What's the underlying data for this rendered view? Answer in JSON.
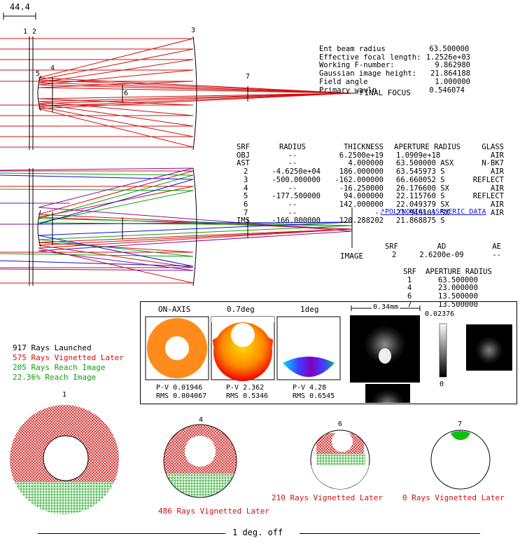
{
  "scale_bar": {
    "label": "44.4"
  },
  "surface_markers": [
    "1",
    "2",
    "3",
    "4",
    "5",
    "6",
    "7"
  ],
  "final_focus_label": "FINAL FOCUS",
  "image_label": "IMAGE",
  "system_info": [
    {
      "label": "Ent beam radius",
      "value": "63.500000"
    },
    {
      "label": "Effective focal length:",
      "value": "1.2526e+03"
    },
    {
      "label": "Working F-number:",
      "value": "9.862980"
    },
    {
      "label": "Gaussian image height:",
      "value": "21.864188"
    },
    {
      "label": "Field angle",
      "value": "1.000000"
    },
    {
      "label": "Primary wavln",
      "value": "0.546074"
    }
  ],
  "surface_table": {
    "headers": [
      "SRF",
      "RADIUS",
      "THICKNESS",
      "APERTURE RADIUS",
      "GLASS"
    ],
    "rows": [
      [
        "OBJ",
        "--",
        "6.2500e+19",
        "1.0909e+18",
        "AIR"
      ],
      [
        "AST",
        "--",
        "4.000000",
        "63.500000 ASX",
        "N-BK7"
      ],
      [
        "2",
        "-4.6250e+04",
        "186.000000",
        "63.545973 S",
        "AIR"
      ],
      [
        "3",
        "-500.000000",
        "-162.000000",
        "66.660052 S",
        "REFLECT"
      ],
      [
        "4",
        "--",
        "-16.250000",
        "26.176600 SX",
        "AIR"
      ],
      [
        "5",
        "-177.500000",
        "94.000000",
        "22.115760 S",
        "REFLECT"
      ],
      [
        "6",
        "--",
        "142.000000",
        "22.049379 SX",
        "AIR"
      ],
      [
        "7",
        "--",
        "--",
        "21.949101 SX",
        "AIR"
      ],
      [
        "IMS",
        "-166.000000",
        "120.288202",
        "21.868875 S",
        ""
      ]
    ]
  },
  "asphere": {
    "link": "*POLYNOMIAL ASPHERIC DATA",
    "headers": [
      "SRF",
      "AD",
      "AE"
    ],
    "rows": [
      [
        "2",
        "2.6200e-09",
        "--"
      ]
    ]
  },
  "aperture_table": {
    "headers": [
      "SRF",
      "APERTURE RADIUS"
    ],
    "rows": [
      [
        "1",
        "63.500000"
      ],
      [
        "4",
        "23.000000"
      ],
      [
        "6",
        "13.500000"
      ],
      [
        "7",
        "13.500000"
      ]
    ]
  },
  "ray_stats": {
    "launched": "917 Rays Launched",
    "vignetted": "575 Rays Vignetted Later",
    "reach": "205 Rays Reach Image",
    "percent": "22.36% Reach Image"
  },
  "wavefront": {
    "panels": [
      {
        "title": "ON-AXIS",
        "pv": "P-V 0.01946",
        "rms": "RMS 0.004067"
      },
      {
        "title": "0.7deg",
        "pv": "P-V 2.362",
        "rms": "RMS 0.5346"
      },
      {
        "title": "1deg",
        "pv": "P-V 4.28",
        "rms": "RMS 0.6545"
      }
    ],
    "psf_scale": "0.34mm",
    "colorbar_max": "0.02376",
    "colorbar_min": "0"
  },
  "footprints": [
    {
      "label": "1",
      "caption": ""
    },
    {
      "label": "4",
      "caption": "486 Rays Vignetted Later"
    },
    {
      "label": "6",
      "caption": "210 Rays Vignetted Later"
    },
    {
      "label": "7",
      "caption": "0 Rays Vignetted Later"
    }
  ],
  "footer": "1 deg. off",
  "colors": {
    "red": "#d01010",
    "green": "#10a010",
    "blue": "#1010e0",
    "orange": "#ff8c1a"
  }
}
